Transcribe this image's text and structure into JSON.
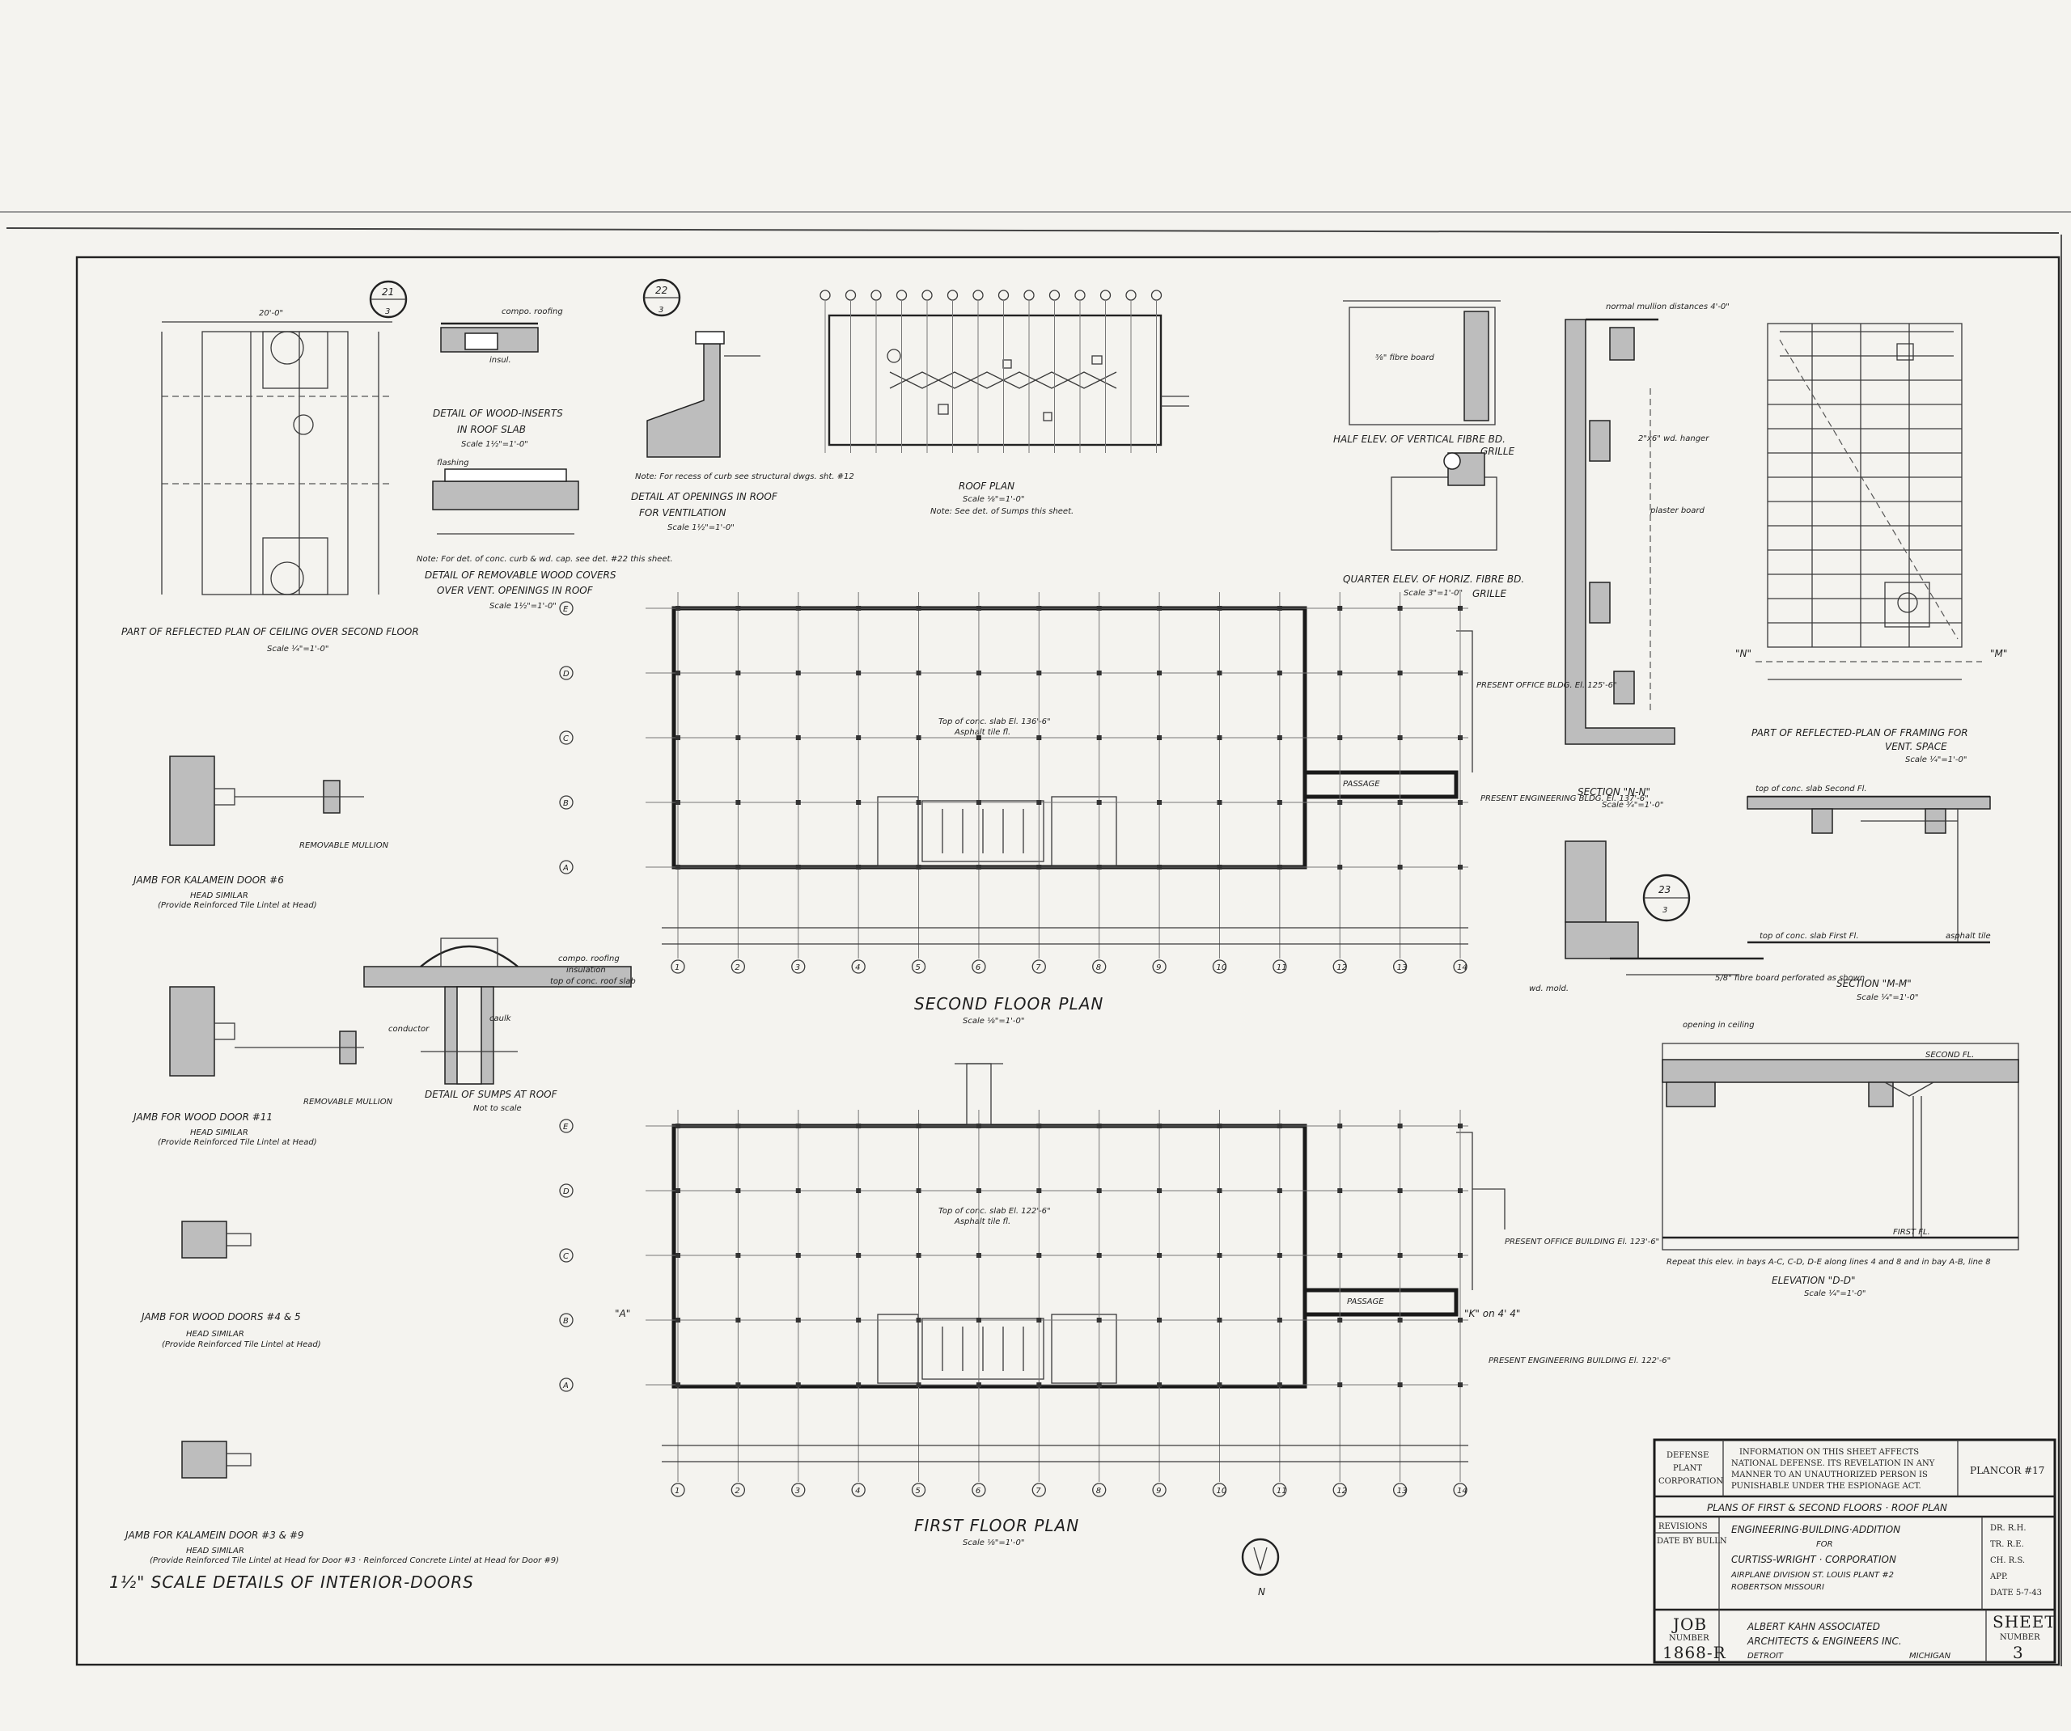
{
  "details": {
    "reflected_plan": {
      "title": "PART OF REFLECTED PLAN OF CEILING OVER SECOND FLOOR",
      "scale": "Scale ¼\"=1'-0\"",
      "dim_top": "20'-0\""
    },
    "wood_inserts": {
      "callout_num": "21",
      "callout_sheet": "3",
      "title_1": "DETAIL OF WOOD-INSERTS",
      "title_2": "IN ROOF SLAB",
      "scale": "Scale 1½\"=1'-0\"",
      "note_1": "compo. roofing",
      "note_2": "insul.",
      "note_3": "flashing"
    },
    "removable_covers": {
      "title_1": "DETAIL OF REMOVABLE WOOD COVERS",
      "title_2": "OVER VENT. OPENINGS IN ROOF",
      "scale": "Scale 1½\"=1'-0\"",
      "note": "Note: For det. of conc. curb & wd. cap. see det. #22 this sheet."
    },
    "openings_roof": {
      "callout_num": "22",
      "callout_sheet": "3",
      "title_1": "DETAIL AT OPENINGS IN ROOF",
      "title_2": "FOR VENTILATION",
      "scale": "Scale 1½\"=1'-0\"",
      "note": "Note: For recess of curb see structural dwgs. sht. #12"
    },
    "roof_plan": {
      "title": "ROOF PLAN",
      "scale": "Scale ⅛\"=1'-0\"",
      "note": "Note: See det. of Sumps this sheet."
    },
    "half_elev": {
      "title_1": "HALF ELEV. OF VERTICAL FIBRE BD.",
      "title_2": "GRILLE",
      "note": "⅜\" fibre board"
    },
    "quarter_elev": {
      "title_1": "QUARTER ELEV. OF HORIZ. FIBRE BD.",
      "title_2": "GRILLE",
      "scale": "Scale 3\"=1'-0\""
    },
    "section_nn": {
      "title": "SECTION \"N-N\"",
      "scale": "Scale ¾\"=1'-0\"",
      "note_1": "normal mullion distances 4'-0\"",
      "note_2": "2\"x6\" wd. hanger",
      "note_3": "plaster board"
    },
    "framing_vent": {
      "title_1": "PART OF REFLECTED-PLAN OF FRAMING FOR",
      "title_2": "VENT. SPACE",
      "scale": "Scale ¼\"=1'-0\"",
      "label_n": "\"N\"",
      "label_m": "\"M\""
    },
    "detail_23": {
      "callout_num": "23",
      "callout_sheet": "3",
      "note_1": "opening in ceiling",
      "note_2": "5/8\" fibre board perforated as shown",
      "note_3": "wd. mold."
    },
    "section_mm": {
      "title": "SECTION \"M-M\"",
      "scale": "Scale ¼\"=1'-0\"",
      "note_1": "top of conc. slab Second Fl.",
      "note_2": "top of conc. slab First Fl.",
      "note_3": "asphalt tile"
    },
    "elevation_dd": {
      "title": "ELEVATION \"D-D\"",
      "scale": "Scale ¼\"=1'-0\"",
      "note": "Repeat this elev. in bays A-C, C-D, D-E along lines 4 and 8 and in bay A-B, line 8",
      "label_1": "SECOND FL.",
      "label_2": "FIRST FL."
    },
    "sumps": {
      "title": "DETAIL OF SUMPS AT ROOF",
      "scale": "Not to scale",
      "note_1": "compo. roofing",
      "note_2": "insulation",
      "note_3": "top of conc. roof slab",
      "note_4": "conductor",
      "note_5": "caulk"
    }
  },
  "plans": {
    "second": {
      "title": "SECOND FLOOR PLAN",
      "scale": "Scale ⅛\"=1'-0\"",
      "note_1": "Top of conc. slab El. 136'-6\"",
      "note_2": "Asphalt tile fl.",
      "present_bldg": "PRESENT OFFICE BLDG. El. 125'-6\"",
      "present_eng": "PRESENT ENGINEERING BLDG. El. 137'-6\"",
      "passage": "PASSAGE"
    },
    "first": {
      "title": "FIRST FLOOR PLAN",
      "scale": "Scale ⅛\"=1'-0\"",
      "note_1": "Top of conc. slab El. 122'-6\"",
      "note_2": "Asphalt tile fl.",
      "present_bldg": "PRESENT OFFICE BUILDING El. 123'-6\"",
      "present_eng": "PRESENT ENGINEERING BUILDING El. 122'-6\"",
      "passage": "PASSAGE",
      "marker_a": "\"A\"",
      "marker_k": "\"K\" on 4' 4\""
    },
    "column_labels": [
      "1",
      "2",
      "3",
      "4",
      "5",
      "6",
      "7",
      "8",
      "9",
      "10",
      "11",
      "12",
      "13",
      "14"
    ],
    "row_labels": [
      "E",
      "D",
      "C",
      "B",
      "A"
    ]
  },
  "doors": [
    {
      "title": "JAMB FOR KALAMEIN DOOR #6",
      "sub": "HEAD SIMILAR",
      "note": "(Provide Reinforced Tile Lintel at Head)",
      "mullion": "REMOVABLE MULLION"
    },
    {
      "title": "JAMB FOR WOOD DOOR #11",
      "sub": "HEAD SIMILAR",
      "note": "(Provide Reinforced Tile Lintel at Head)",
      "mullion": "REMOVABLE MULLION"
    },
    {
      "title": "JAMB FOR WOOD DOORS #4 & 5",
      "sub": "HEAD SIMILAR",
      "note": "(Provide Reinforced Tile Lintel at Head)",
      "mullion": ""
    },
    {
      "title": "JAMB FOR KALAMEIN DOOR #3 & #9",
      "sub": "HEAD SIMILAR",
      "note": "(Provide Reinforced Tile Lintel at Head for Door #3 · Reinforced Concrete Lintel at Head for Door #9)",
      "mullion": ""
    }
  ],
  "doors_footer": "1½\" SCALE DETAILS OF INTERIOR-DOORS",
  "title_block": {
    "dpc": [
      "DEFENSE",
      "PLANT",
      "CORPORATION"
    ],
    "notice": [
      "INFORMATION ON THIS SHEET AFFECTS",
      "NATIONAL DEFENSE. ITS REVELATION IN ANY",
      "MANNER TO AN UNAUTHORIZED PERSON IS",
      "PUNISHABLE UNDER THE ESPIONAGE ACT."
    ],
    "plancor": "PLANCOR #17",
    "sheet_title": "PLANS OF FIRST & SECOND FLOORS · ROOF PLAN",
    "revisions": "REVISIONS",
    "rev_cols": "DATE  BY  BULLN",
    "project_1": "ENGINEERING·BUILDING·ADDITION",
    "project_for": "FOR",
    "client": "CURTISS-WRIGHT · CORPORATION",
    "division": "AIRPLANE DIVISION    ST. LOUIS PLANT #2",
    "location": "ROBERTSON                      MISSOURI",
    "drawn": "DR. R.H.",
    "traced": "TR. R.E.",
    "checked": "CH. R.S.",
    "approved": "APP.",
    "date": "DATE 5-7-43",
    "job_label": "JOB",
    "job_sub": "NUMBER",
    "job_num": "1868-R",
    "architect_1": "ALBERT KAHN ASSOCIATED",
    "architect_2": "ARCHITECTS & ENGINEERS INC.",
    "city": "DETROIT",
    "state": "MICHIGAN",
    "sheet_label": "SHEET",
    "sheet_sub": "NUMBER",
    "sheet_num": "3"
  },
  "north": "N"
}
